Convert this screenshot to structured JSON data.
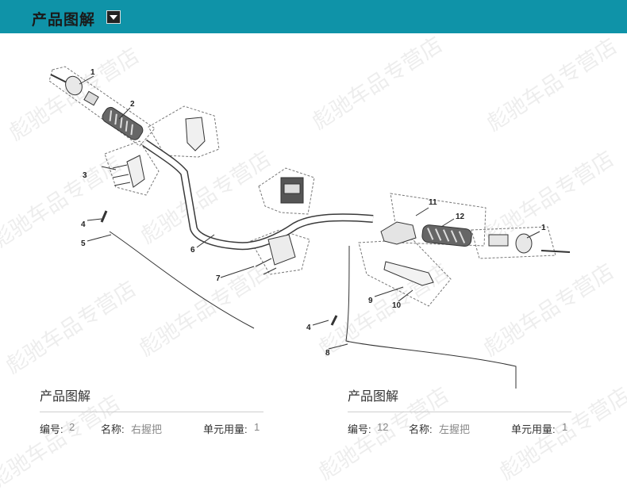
{
  "header": {
    "title": "产品图解"
  },
  "watermark": {
    "text": "彪驰车品专营店"
  },
  "diagram": {
    "callouts": [
      "1",
      "2",
      "3",
      "4",
      "5",
      "6",
      "7",
      "11",
      "12",
      "1",
      "9",
      "10",
      "4",
      "8"
    ]
  },
  "cards": [
    {
      "title": "产品图解",
      "number_label": "编号:",
      "number": "2",
      "name_label": "名称:",
      "name": "右握把",
      "qty_label": "单元用量:",
      "qty": "1"
    },
    {
      "title": "产品图解",
      "number_label": "编号:",
      "number": "12",
      "name_label": "名称:",
      "name": "左握把",
      "qty_label": "单元用量:",
      "qty": "1"
    }
  ]
}
